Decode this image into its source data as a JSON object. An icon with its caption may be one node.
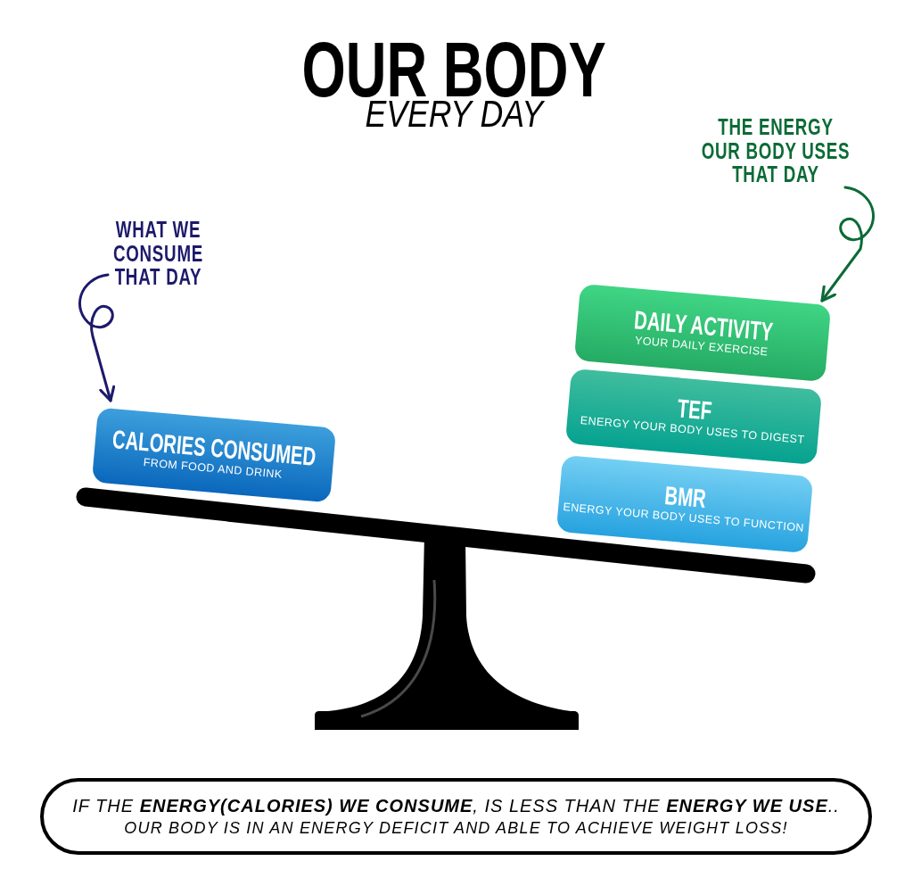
{
  "diagram": {
    "title": "OUR BODY",
    "nodes": [
      {
        "text": [
          "WHAT WE CONSUME THAT DAY"
        ]
      },
      {
        "text": [
          "CALORIES CONSUMED",
          "FROM FOOD AND DRINK"
        ]
      },
      {
        "text": [
          "THE ENERGY OUR BODY USES THAT DAY"
        ]
      },
      {
        "text": [
          "DAILY ACTIVITY",
          "YOUR DAILY EXERCISE"
        ]
      },
      {
        "text": [
          "TEF",
          "ENERGY YOUR BODY USES TO DIGEST"
        ]
      },
      {
        "text": [
          "BMR",
          "ENERGY YOUR BODY USES TO FUNCTION"
        ]
      },
      {
        "text": [
          "IF THE **ENERGY(CALORIES) WE CONSUME**, IS LESS THAN THE **ENERGY WE USE**..",
          "OUR BODY IS IN AN ENERGY DEFICIT AND ABLE TO ACHIEVE WEIGHT LOSS!"
        ]
      }
    ],
    "edges": [
      {
        "from": 0,
        "to": 1,
        "arrow": "to",
        "color": "#1d1a6b"
      },
      {
        "from": 2,
        "to": 3,
        "arrow": "to",
        "color": "#0b6b36"
      }
    ],
    "labels": [
      "EVERY DAY"
    ]
  }
}
